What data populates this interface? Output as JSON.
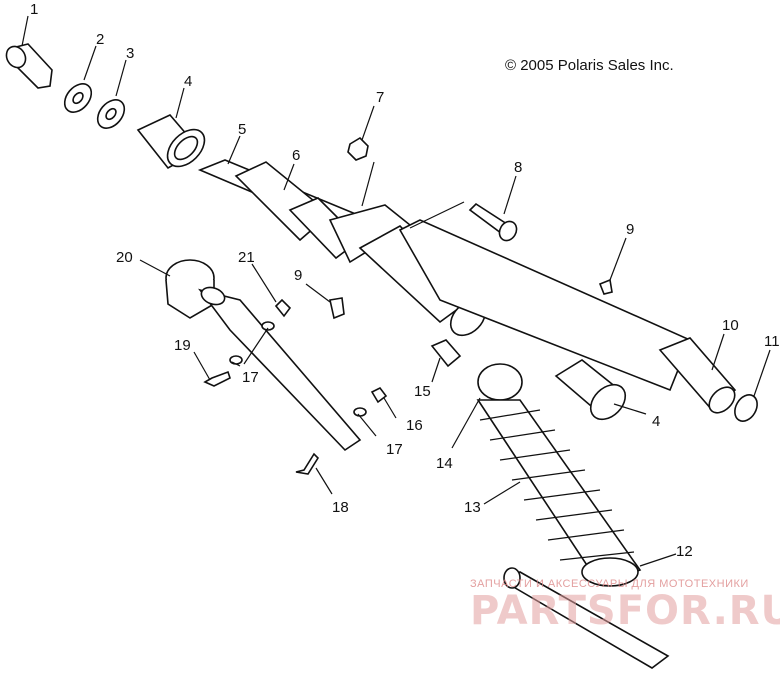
{
  "copyright": "© 2005 Polaris Sales Inc.",
  "watermark": {
    "line1": "ЗАПЧАСТИ И АКСЕССУАРЫ ДЛЯ МОТОТЕХНИКИ",
    "line2": "PARTSFOR.RU"
  },
  "callouts": [
    "1",
    "2",
    "3",
    "4",
    "5",
    "6",
    "7",
    "8",
    "9",
    "20",
    "21",
    "9",
    "10",
    "11",
    "19",
    "17",
    "15",
    "16",
    "17",
    "4",
    "14",
    "18",
    "13",
    "12"
  ]
}
